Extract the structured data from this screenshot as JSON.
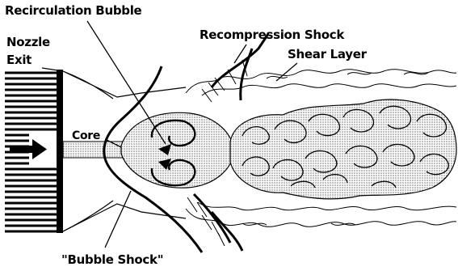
{
  "labels": {
    "recirculation_bubble": "Recirculation Bubble",
    "nozzle": "Nozzle",
    "exit": "Exit",
    "recompression_shock": "Recompression Shock",
    "shear_layer": "Shear Layer",
    "core": "Core",
    "bubble_shock": "\"Bubble Shock\""
  },
  "colors": {
    "ink": "#000000",
    "stipple": "#8c8c8c",
    "background": "#ffffff"
  },
  "icons": {
    "flow_arrow": "right-arrow-icon"
  }
}
